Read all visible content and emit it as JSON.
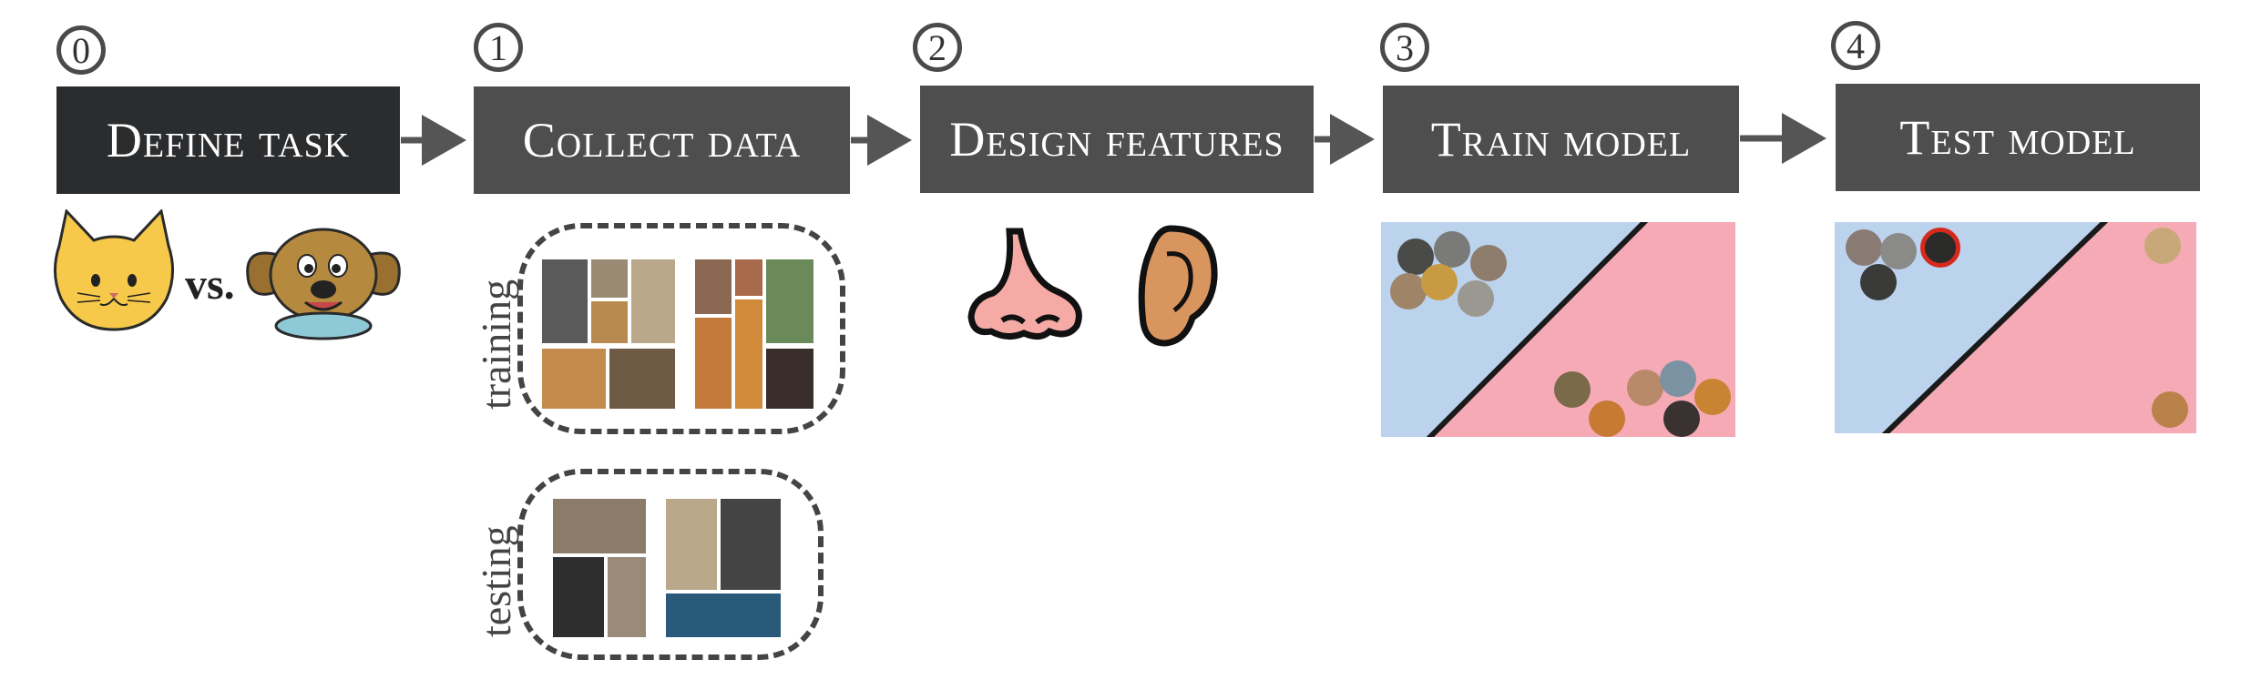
{
  "steps": [
    {
      "number": "0",
      "label": "Define task"
    },
    {
      "number": "1",
      "label": "Collect data"
    },
    {
      "number": "2",
      "label": "Design features"
    },
    {
      "number": "3",
      "label": "Train model"
    },
    {
      "number": "4",
      "label": "Test model"
    }
  ],
  "task": {
    "vs_label": "vs."
  },
  "data": {
    "training_label": "training",
    "testing_label": "testing"
  },
  "colors": {
    "stage_dark": "#2b2c2e",
    "stage_mid": "#4e4e4e",
    "region_cat": "#bcd3ee",
    "region_dog": "#f5aab6",
    "misclassified": "#d6281c",
    "cat_face": "#f6c94a",
    "dog_face": "#b58a3e",
    "nose_fill": "#f6aaa6",
    "ear_fill": "#d9955e"
  },
  "icons": [
    "cat-icon",
    "dog-icon",
    "nose-icon",
    "ear-icon"
  ]
}
